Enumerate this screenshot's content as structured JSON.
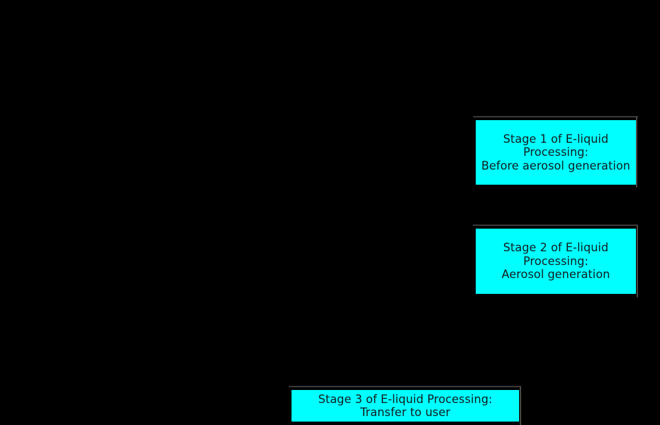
{
  "diagram": {
    "background_color": "#000000",
    "node_fill_color": "#00ffff",
    "node_text_color": "#141b1e",
    "node_border_color": "#3c3c3c",
    "nodes": [
      {
        "id": "stage-1",
        "label": "Stage 1 of E-liquid\nProcessing:\nBefore aerosol generation",
        "lines": [
          "Stage 1 of E-liquid",
          "Processing:",
          "Before aerosol generation"
        ]
      },
      {
        "id": "stage-2",
        "label": "Stage 2 of E-liquid\nProcessing:\nAerosol generation",
        "lines": [
          "Stage 2 of E-liquid",
          "Processing:",
          "Aerosol generation"
        ]
      },
      {
        "id": "stage-3",
        "label": "Stage 3 of E-liquid Processing:\nTransfer to user",
        "lines": [
          "Stage 3 of E-liquid Processing:",
          "Transfer to user"
        ]
      }
    ]
  }
}
